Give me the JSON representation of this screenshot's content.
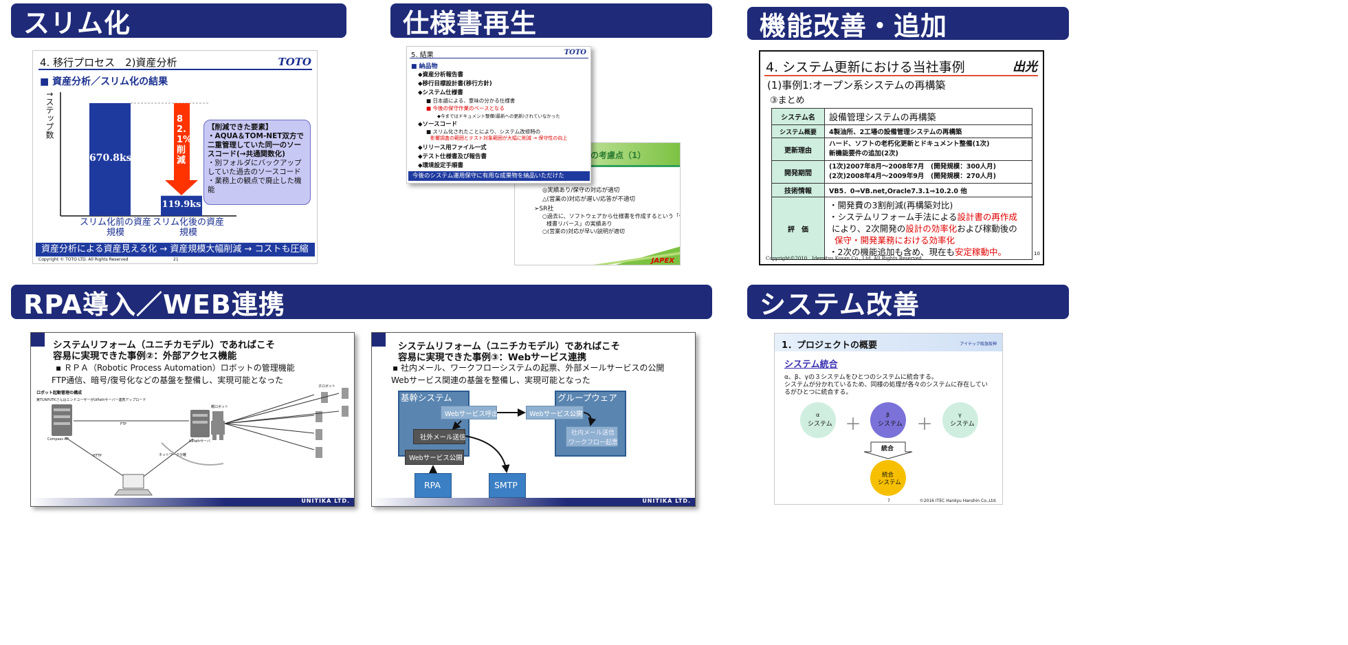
{
  "banners": {
    "slim": "スリム化",
    "spec": "仕様書再生",
    "func": "機能改善・追加",
    "rpa": "RPA導入／WEB連携",
    "sys": "システム改善"
  },
  "slide_toto1": {
    "heading": "4. 移行プロセス　2)資産分析",
    "brand": "TOTO",
    "subheading": "■ 資産分析／スリム化の結果",
    "yaxis": "↑ステップ数",
    "chart_data": {
      "type": "bar",
      "categories": [
        "スリム化前の\n資産規模",
        "スリム化後の\n資産規模"
      ],
      "category_labels": [
        "スリム化前の資産規模",
        "スリム化後の資産規模"
      ],
      "values": [
        670.8,
        119.9
      ],
      "value_labels": [
        "670.8ks",
        "119.9ks"
      ],
      "ylabel": "ステップ数",
      "annotation": "82.1%削減"
    },
    "reduction_label": "82.1%削減",
    "callout_title": "【削減できた要素】",
    "callout_items": [
      "・AQUA＆TOM-NET双方で二重管理していた同一のソースコード(→共通関数化)",
      "・別フォルダにバックアップしていた過去のソースコード",
      "・業務上の観点で廃止した機能"
    ],
    "footer_bar": "資産分析による資産見える化 → 資産規模大幅削減 → コストも圧縮",
    "copyright": "Copyright © TOTO LTD. All Rights Reserved",
    "page": "21"
  },
  "slide_toto2": {
    "heading": "5. 結果",
    "brand": "TOTO",
    "lines": [
      "■ 納品物",
      "◆資産分析報告書",
      "◆移行目標設計書(移行方針)",
      "◆システム仕様書",
      "■ 日本語による、意味の分かる仕様書",
      "■ 今後の保守作業のベースとなる",
      "◆今まではドキュメント整備(最新への更新)されていなかった",
      "◆ソースコード",
      "■ スリム化されたことにより、システム改修時の",
      "影響調査の範囲とテスト対象範囲が大幅に削減 → 保守性の向上",
      "◆リリース用ファイル一式",
      "◆テスト仕様書及び報告書",
      "◆環境設定手順書"
    ],
    "footer_bar": "今後のシステム運用保守に有用な成果物を納品いただけた"
  },
  "slide_japex": {
    "title": "の考慮点（1）",
    "lines": [
      "◎実績あり/保守の対応が適切",
      "△(営業の)対応が遅い/応答が不適切",
      "➢SR社",
      "○過去に、ソフトウェアから仕様書を作成するという「仕",
      "様書リバース」の実績あり",
      "○(営業の)対応が早い/説明が適切"
    ],
    "brand": "JAPEX"
  },
  "slide_idemitsu": {
    "heading": "4. システム更新における当社事例",
    "brand": "出光",
    "sub1": "(1)事例1:オープン系システムの再構築",
    "sub2": "③まとめ",
    "rows": [
      {
        "k": "システム名",
        "v": [
          "設備管理システムの再構築"
        ]
      },
      {
        "k": "システム概要",
        "v": [
          "4製油所、2工場の設備管理システムの再構築"
        ]
      },
      {
        "k": "更新理由",
        "v": [
          "ハード、ソフトの老朽化更新とドキュメント整備(1次)",
          "新機能要件の追加(2次)"
        ]
      },
      {
        "k": "開発期間",
        "v": [
          "(1次)2007年8月〜2008年7月　(開発規模：300人月)",
          "(2次)2008年4月〜2009年9月　(開発規模：270人月)"
        ]
      },
      {
        "k": "技術情報",
        "v": [
          "VB5．0⇒VB.net,Oracle7.3.1⇒10.2.0 他"
        ]
      }
    ],
    "eval_key": "評　価",
    "eval": {
      "l1": "・開発費の3割削減(再構築対比)",
      "l2a": "・システムリフォーム手法による",
      "l2b": "設計書の再作成",
      "l3a": "により、2次開発の",
      "l3b": "設計の効率化",
      "l3c": "および稼動後の",
      "l4": "保守・開発業務における効率化",
      "l5a": "・2次の機能追加も含め、現在も",
      "l5b": "安定稼動中。"
    },
    "copyright": "Copyright©2010　Idemitsu Kosan Co., Ltd. All Rights Reserved.",
    "page": "10"
  },
  "slide_uni1": {
    "title1": "システムリフォーム（ユニチカモデル）であればこそ",
    "title2": "容易に実現できた事例②：外部アクセス機能",
    "bullet": "▪ ＲＰＡ（Robotic Process Automation）ロボットの管理機能",
    "line2": "FTP通信、暗号/復号化などの基盤を整備し、実現可能となった",
    "diagram_title": "ロボット起動管理の構成",
    "diagram_sub": "実TUNPUTKさんはエンドユーザーがUiPathサーバー連携アップロード",
    "labels": {
      "compass": "Compass AP",
      "uipath": "UiPathサーバ",
      "robot": "親ロボット",
      "child": "子ロボット",
      "ftp": "FTP",
      "http": "HTTP",
      "network": "ネットワーク分離"
    },
    "brand": "UNITIKA LTD."
  },
  "slide_uni2": {
    "title1": "システムリフォーム（ユニチカモデル）であればこそ",
    "title2": "容易に実現できた事例③：Webサービス連携",
    "bullet": "▪ 社内メール、ワークフローシステムの起票、外部メールサービスの公開",
    "line2": "Webサービス関連の基盤を整備し、実現可能となった",
    "core": "基幹システム",
    "group": "グループウェア",
    "ws_call": "Webサービス呼出",
    "ws_pub1": "Webサービス公開",
    "mail_send": "社外メール送信",
    "ws_pub2": "Webサービス公開",
    "internal1": "社内メール送信",
    "internal2": "ワークフロー起票",
    "rpa": "RPA",
    "smtp": "SMTP",
    "brand": "UNITIKA LTD."
  },
  "slide_itec": {
    "heading": "1．プロジェクトの概要",
    "logo_text": "アイテック阪急阪神",
    "subheading": "システム統合",
    "text1": "α、β、γの３システムをひとつのシステムに統合する。",
    "text2": "システムが分かれているため、同様の処理が各々のシステムに存在してい",
    "text3": "るがひとつに統合する。",
    "alpha1": "α",
    "alpha2": "システム",
    "beta1": "β",
    "beta2": "システム",
    "gamma1": "γ",
    "gamma2": "システム",
    "plus": "＋",
    "merge": "統合",
    "merged1": "統合",
    "merged2": "システム",
    "page": "7",
    "copyright": "©2016 ITEC Hankyu Hanshin Co.,Ltd."
  },
  "colors": {
    "banner": "#1f2a78",
    "bar": "#1f3a9f",
    "arrow": "#ff3300",
    "callout": "#c8c8f5",
    "accent_green": "#2ea05a",
    "itec_green": "#cfeee0",
    "itec_purple": "#7b72d9",
    "itec_yellow": "#f6c000"
  }
}
